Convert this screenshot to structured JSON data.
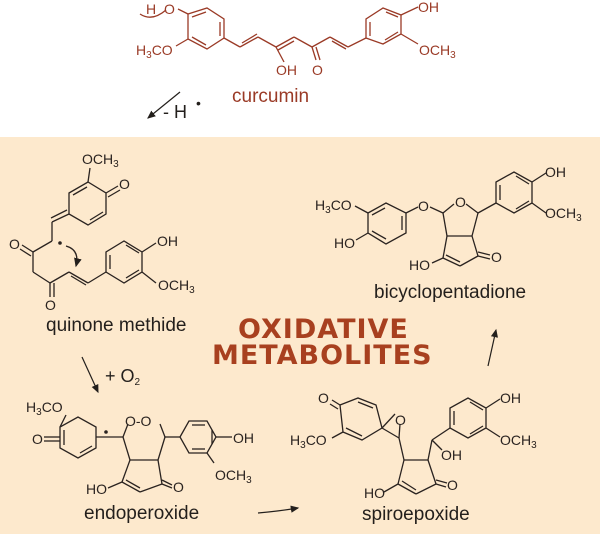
{
  "colors": {
    "panel_background": "#fde9cd",
    "curcumin_color": "#9a3a26",
    "title_color": "#a8401f",
    "structure_color": "#2a2320"
  },
  "title": {
    "line1": "OXIDATIVE",
    "line2": "METABOLITES"
  },
  "curcumin": {
    "name": "curcumin",
    "atoms": {
      "ho_left": "H",
      "o_left": "O",
      "h3co_left": "H3CO",
      "oh_right": "OH",
      "och3_right": "OCH3",
      "oh_enol": "OH",
      "o_keto": "O"
    }
  },
  "step1": {
    "reagent": "- H",
    "radical": "•"
  },
  "quinone_methide": {
    "name": "quinone methide",
    "atoms": {
      "och3_top": "OCH3",
      "o_quinone": "O",
      "o_left": "O",
      "o_bottom": "O",
      "oh": "OH",
      "och3": "OCH3"
    }
  },
  "step2": {
    "reagent": "+ O",
    "subscript": "2"
  },
  "endoperoxide": {
    "name": "endoperoxide",
    "atoms": {
      "h3co": "H3CO",
      "o_quinone": "O",
      "peroxide": "O-O",
      "oh": "OH",
      "och3": "OCH3",
      "ho": "HO",
      "o_keto": "O"
    }
  },
  "spiroepoxide": {
    "name": "spiroepoxide",
    "atoms": {
      "o_quinone": "O",
      "h3co": "H3CO",
      "o_epoxide": "O",
      "oh_top": "OH",
      "och3": "OCH3",
      "oh_mid": "OH",
      "ho": "HO",
      "o_keto": "O"
    }
  },
  "bicyclopentadione": {
    "name": "bicyclopentadione",
    "atoms": {
      "h3co": "H3CO",
      "o_ether": "O",
      "o_ring": "O",
      "oh": "OH",
      "och3": "OCH3",
      "ho_left": "HO",
      "ho": "HO",
      "o_keto": "O"
    }
  }
}
